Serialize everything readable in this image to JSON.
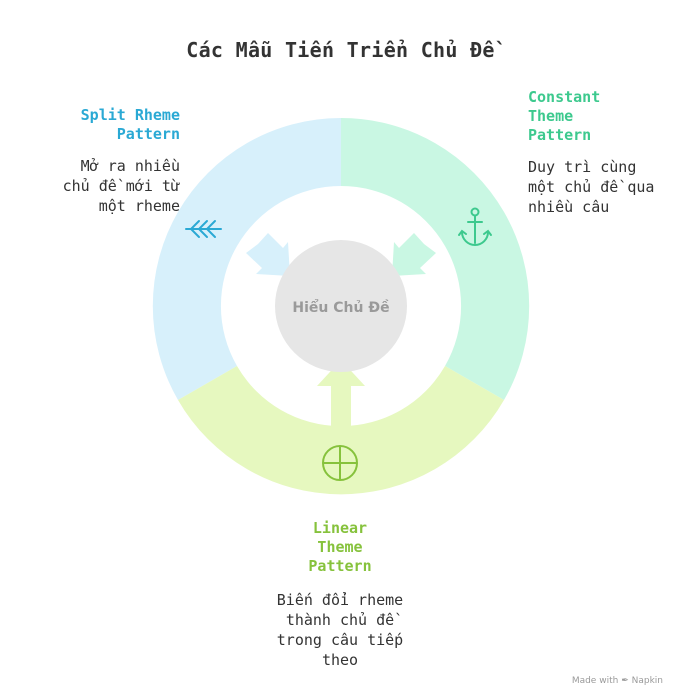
{
  "title": "Các Mẫu Tiến Triển Chủ Đề",
  "center": {
    "label": "Hiểu Chủ Đề"
  },
  "segments": [
    {
      "id": "split",
      "heading_lines": [
        "Split Rheme",
        "Pattern"
      ],
      "desc_lines": [
        "Mở ra nhiều",
        "chủ đề mới từ",
        "một rheme"
      ],
      "color": "#d7f0fb",
      "heading_color": "#2aa9d4",
      "icon": "arrows-icon"
    },
    {
      "id": "constant",
      "heading_lines": [
        "Constant",
        "Theme",
        "Pattern"
      ],
      "desc_lines": [
        "Duy trì cùng",
        "một chủ đề qua",
        "nhiều câu"
      ],
      "color": "#c9f7e3",
      "heading_color": "#3dc98e",
      "icon": "anchor-icon"
    },
    {
      "id": "linear",
      "heading_lines": [
        "Linear",
        "Theme",
        "Pattern"
      ],
      "desc_lines": [
        "Biến đổi rheme",
        "thành chủ đề",
        "trong câu tiếp",
        "theo"
      ],
      "color": "#e6f8bf",
      "heading_color": "#86c23c",
      "icon": "crosshair-icon"
    }
  ],
  "footer": {
    "made_with": "Made with",
    "brand": "Napkin"
  }
}
